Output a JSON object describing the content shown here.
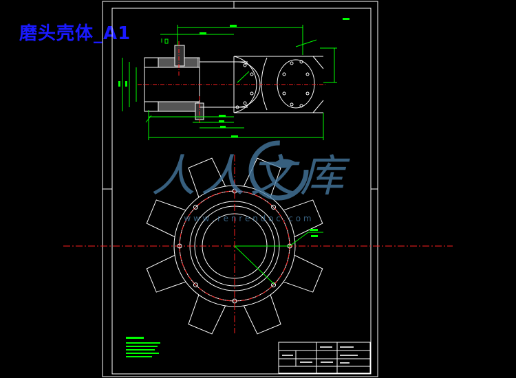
{
  "title": "磨头壳体_A1",
  "watermark": {
    "main": "人人文库",
    "url": "w w w . r e n r e n d o c . c o m"
  },
  "colors": {
    "background": "#000000",
    "title": "#1a1aff",
    "outline": "#ffffff",
    "dimension": "#00ff00",
    "centerline": "#ff2020",
    "watermark": "#4a7fa8"
  },
  "title_block": {
    "drawing_name": "磨头壳体",
    "company": "湖北工业大学"
  }
}
